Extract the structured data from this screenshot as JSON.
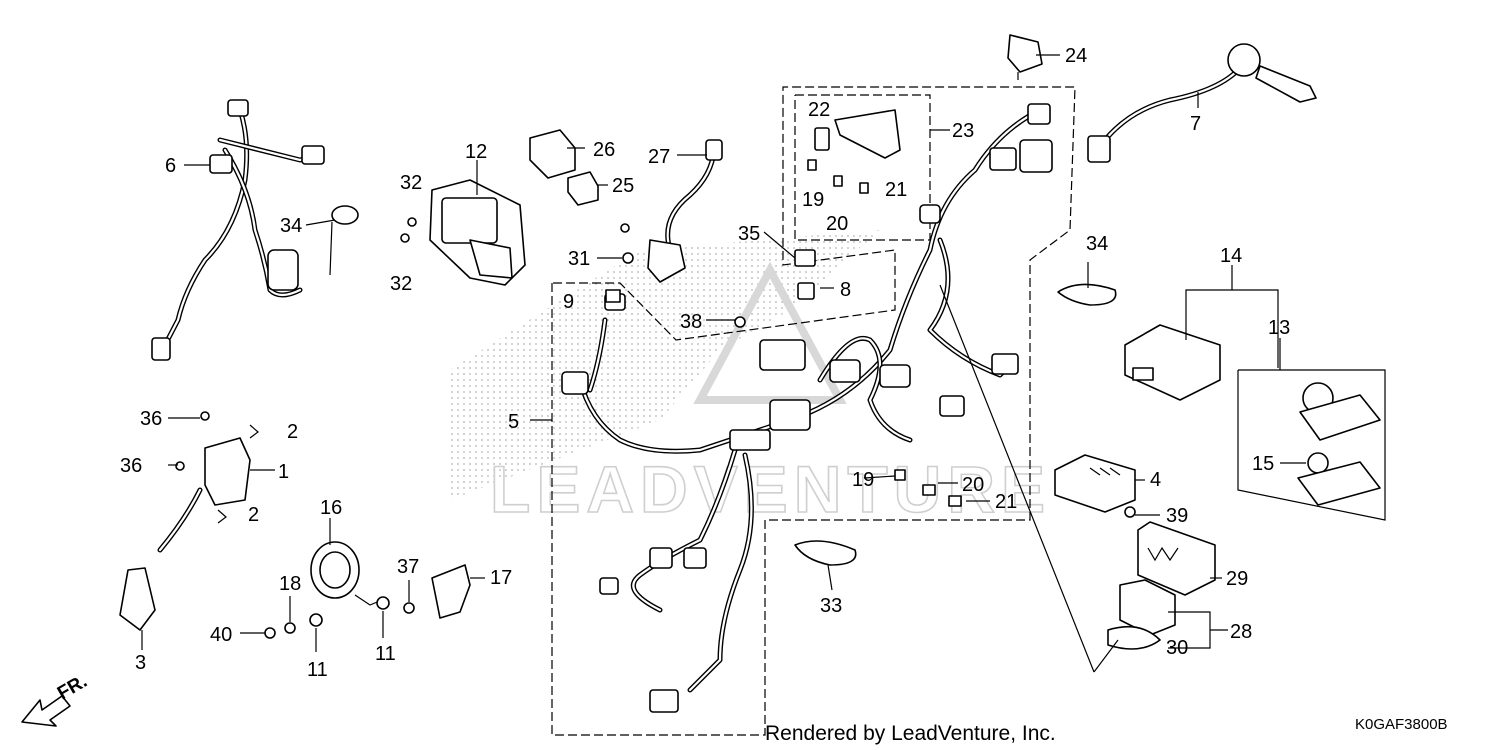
{
  "diagram": {
    "callouts": [
      "1",
      "2",
      "2",
      "3",
      "4",
      "5",
      "6",
      "7",
      "8",
      "9",
      "11",
      "11",
      "12",
      "13",
      "14",
      "15",
      "16",
      "17",
      "18",
      "19",
      "19",
      "20",
      "20",
      "21",
      "21",
      "22",
      "23",
      "24",
      "25",
      "26",
      "27",
      "28",
      "29",
      "30",
      "31",
      "32",
      "32",
      "33",
      "34",
      "34",
      "35",
      "36",
      "36",
      "37",
      "38",
      "39",
      "40"
    ],
    "watermark": "LEADVENTURE",
    "credit": "Rendered by LeadVenture, Inc.",
    "diagram_code": "K0GAF3800B",
    "direction_label": "FR."
  },
  "colors": {
    "line": "#000000",
    "watermark": "#cfcfcf",
    "background": "#ffffff"
  }
}
